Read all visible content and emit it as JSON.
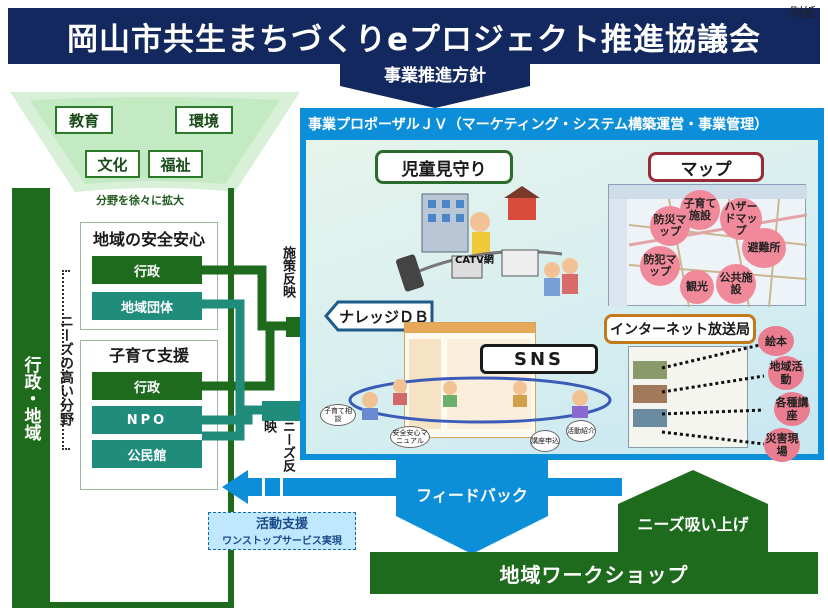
{
  "header": {
    "title": "岡山市共生まちづくりeプロジェクト推進協議会",
    "corner": "別紙"
  },
  "policy": {
    "label": "事業推進方針"
  },
  "fields": {
    "education": "教育",
    "environment": "環境",
    "culture": "文化",
    "welfare": "福祉",
    "expand_note": "分野を徐々に拡大"
  },
  "left": {
    "vertical_label": "行政・地域",
    "needs_vertical": "ニーズの高い分野"
  },
  "safety": {
    "title": "地域の安全安心",
    "items": [
      "行政",
      "地域団体"
    ]
  },
  "childcare": {
    "title": "子育て支援",
    "items": [
      "行政",
      "NPO",
      "公民館"
    ]
  },
  "arrows": {
    "policy_reflection": "施策反映",
    "needs_reflection": "ニーズ反映"
  },
  "jv": {
    "title": "事業プロポーザルＪＶ（マーケティング・システム構築運営・事業管理）"
  },
  "child_watch": {
    "title": "児童見守り",
    "catv": "CATV網"
  },
  "map": {
    "title": "マップ",
    "pins": [
      "子育て施設",
      "防災マップ",
      "ハザードマップ",
      "避難所",
      "防犯マップ",
      "公共施設",
      "観光"
    ]
  },
  "knowledge_db": {
    "title": "ナレッジＤＢ"
  },
  "sns": {
    "title": "SNS",
    "bubbles": [
      "子育て相談",
      "安全安心マニュアル",
      "講座申込",
      "活動紹介"
    ]
  },
  "broadcast": {
    "title": "インターネット放送局",
    "items": [
      "絵本",
      "地域活動",
      "各種講座",
      "災害現場"
    ]
  },
  "support": {
    "line1": "活動支援",
    "line2": "ワンストップサービス実現"
  },
  "feedback": {
    "label": "フィードバック"
  },
  "needs_up": {
    "label": "ニーズ吸い上げ"
  },
  "workshop": {
    "label": "地域ワークショップ"
  },
  "colors": {
    "navy": "#12285e",
    "dark_green": "#1e6b1e",
    "teal": "#1f8c7c",
    "sky": "#0d8ed9",
    "pink": "#f08a9a",
    "light_green": "#c8e8c8"
  }
}
